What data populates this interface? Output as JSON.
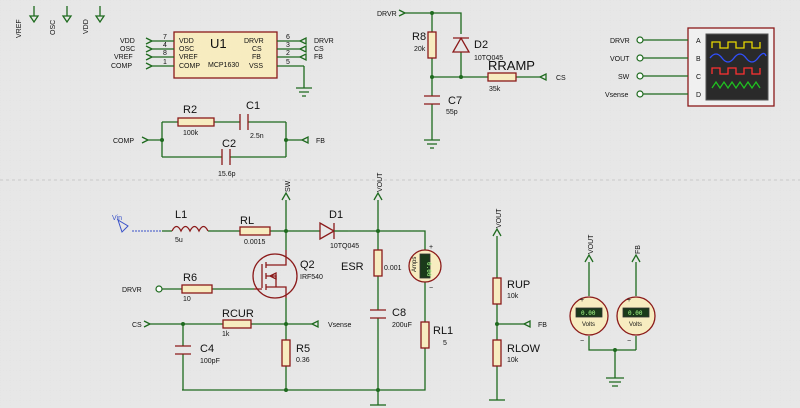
{
  "power_labels": {
    "vref": "VREF",
    "osc": "OSC",
    "vdd": "VDD"
  },
  "u1": {
    "ref": "U1",
    "part": "MCP1630",
    "left_pins": [
      {
        "num": "7",
        "name": "VDD",
        "net": "VDD"
      },
      {
        "num": "4",
        "name": "OSC",
        "net": "OSC"
      },
      {
        "num": "8",
        "name": "VREF",
        "net": "VREF"
      },
      {
        "num": "1",
        "name": "COMP",
        "net": "COMP"
      }
    ],
    "right_pins": [
      {
        "num": "6",
        "name": "DRVR",
        "net": "DRVR"
      },
      {
        "num": "3",
        "name": "CS",
        "net": "CS"
      },
      {
        "num": "2",
        "name": "FB",
        "net": "FB"
      },
      {
        "num": "5",
        "name": "VSS"
      }
    ]
  },
  "comp_network": {
    "comp_net": "COMP",
    "fb_net": "FB",
    "r2": {
      "ref": "R2",
      "value": "100k"
    },
    "c1": {
      "ref": "C1",
      "value": "2.5n"
    },
    "c2": {
      "ref": "C2",
      "value": "15.6p"
    }
  },
  "ramp": {
    "drvr_net": "DRVR",
    "cs_net": "CS",
    "r8": {
      "ref": "R8",
      "value": "20k"
    },
    "d2": {
      "ref": "D2",
      "value": "10TQ045"
    },
    "rramp": {
      "ref": "RRAMP",
      "value": "35k"
    },
    "c7": {
      "ref": "C7",
      "value": "55p"
    }
  },
  "scope": {
    "channels": [
      {
        "net": "DRVR",
        "label": "A",
        "color": "#e8d800"
      },
      {
        "net": "VOUT",
        "label": "B",
        "color": "#3050ff"
      },
      {
        "net": "SW",
        "label": "C",
        "color": "#ff3030"
      },
      {
        "net": "Vsense",
        "label": "D",
        "color": "#20c020"
      }
    ]
  },
  "power_stage": {
    "vin": "Vin",
    "sw_net": "SW",
    "vout_net": "VOUT",
    "drvr_net": "DRVR",
    "cs_net": "CS",
    "vsense_net": "Vsense",
    "l1": {
      "ref": "L1",
      "value": "5u"
    },
    "rl": {
      "ref": "RL",
      "value": "0.0015"
    },
    "d1": {
      "ref": "D1",
      "value": "10TQ045"
    },
    "q2": {
      "ref": "Q2",
      "value": "IRF540"
    },
    "r6": {
      "ref": "R6",
      "value": "10"
    },
    "rcur": {
      "ref": "RCUR",
      "value": "1k"
    },
    "r5": {
      "ref": "R5",
      "value": "0.36"
    },
    "c4": {
      "ref": "C4",
      "value": "100pF"
    },
    "esr": {
      "ref": "ESR",
      "value": "0.001"
    },
    "c8": {
      "ref": "C8",
      "value": "200uF"
    },
    "rl1": {
      "ref": "RL1",
      "value": "5"
    },
    "ammeter": {
      "caption": "Amps",
      "reading": "0.00"
    }
  },
  "feedback": {
    "vout_net": "VOUT",
    "fb_net": "FB",
    "rup": {
      "ref": "RUP",
      "value": "10k"
    },
    "rlow": {
      "ref": "RLOW",
      "value": "10k"
    }
  },
  "voltmeters": [
    {
      "net": "VOUT",
      "caption": "Volts",
      "reading": "0.00"
    },
    {
      "net": "FB",
      "caption": "Volts",
      "reading": "0.00"
    }
  ]
}
